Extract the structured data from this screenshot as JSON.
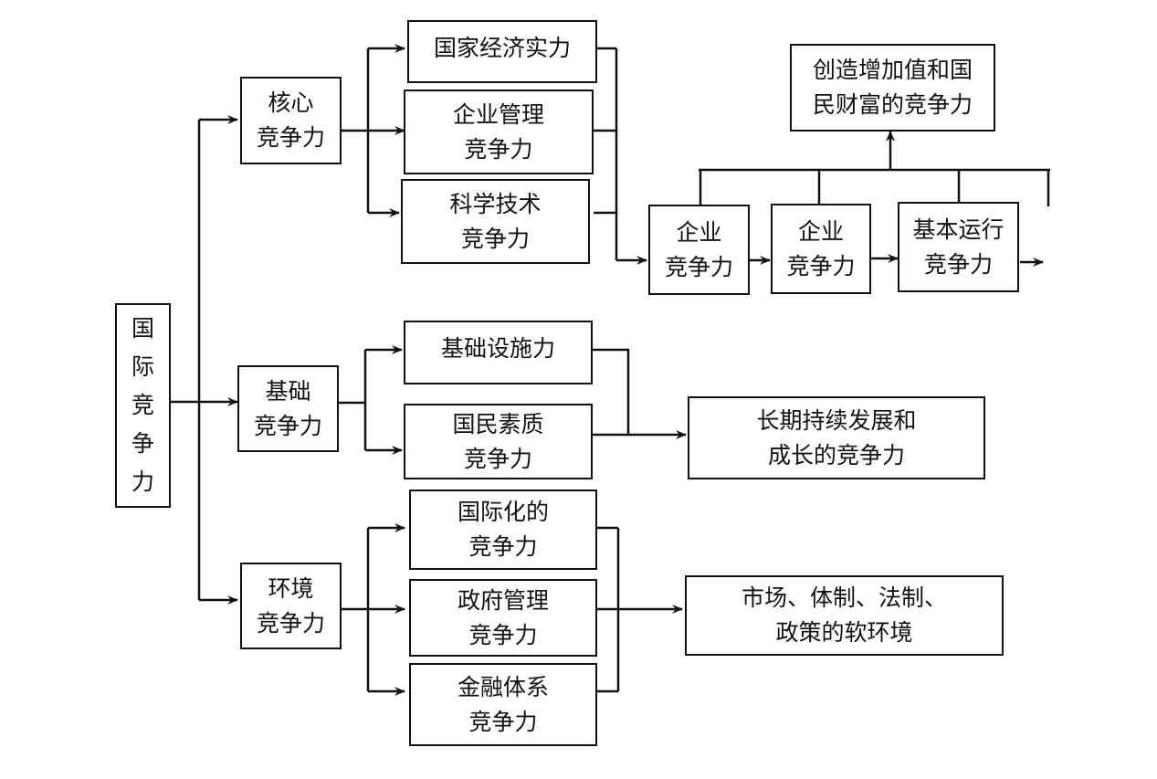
{
  "diagram": {
    "root": {
      "lines": [
        "国",
        "际",
        "竞",
        "争",
        "力"
      ]
    },
    "level1": {
      "core": {
        "lines": [
          "核心",
          "竞争力"
        ]
      },
      "basic": {
        "lines": [
          "基础",
          "竞争力"
        ]
      },
      "environment": {
        "lines": [
          "环境",
          "竞争力"
        ]
      }
    },
    "core_children": {
      "economy": {
        "lines": [
          "国家经济实力"
        ]
      },
      "management": {
        "lines": [
          "企业管理",
          "竞争力"
        ]
      },
      "science": {
        "lines": [
          "科学技术",
          "竞争力"
        ]
      }
    },
    "chain": {
      "enterprise1": {
        "lines": [
          "企业",
          "竞争力"
        ]
      },
      "enterprise2": {
        "lines": [
          "企业",
          "竞争力"
        ]
      },
      "operation": {
        "lines": [
          "基本运行",
          "竞争力"
        ]
      }
    },
    "wealth": {
      "lines": [
        "创造增加值和国",
        "民财富的竞争力"
      ]
    },
    "basic_children": {
      "infrastructure": {
        "lines": [
          "基础设施力"
        ]
      },
      "quality": {
        "lines": [
          "国民素质",
          "竞争力"
        ]
      }
    },
    "sustainable": {
      "lines": [
        "长期持续发展和",
        "成长的竞争力"
      ]
    },
    "env_children": {
      "international": {
        "lines": [
          "国际化的",
          "竞争力"
        ]
      },
      "government": {
        "lines": [
          "政府管理",
          "竞争力"
        ]
      },
      "finance": {
        "lines": [
          "金融体系",
          "竞争力"
        ]
      }
    },
    "soft_env": {
      "lines": [
        "市场、体制、法制、",
        "政策的软环境"
      ]
    }
  }
}
